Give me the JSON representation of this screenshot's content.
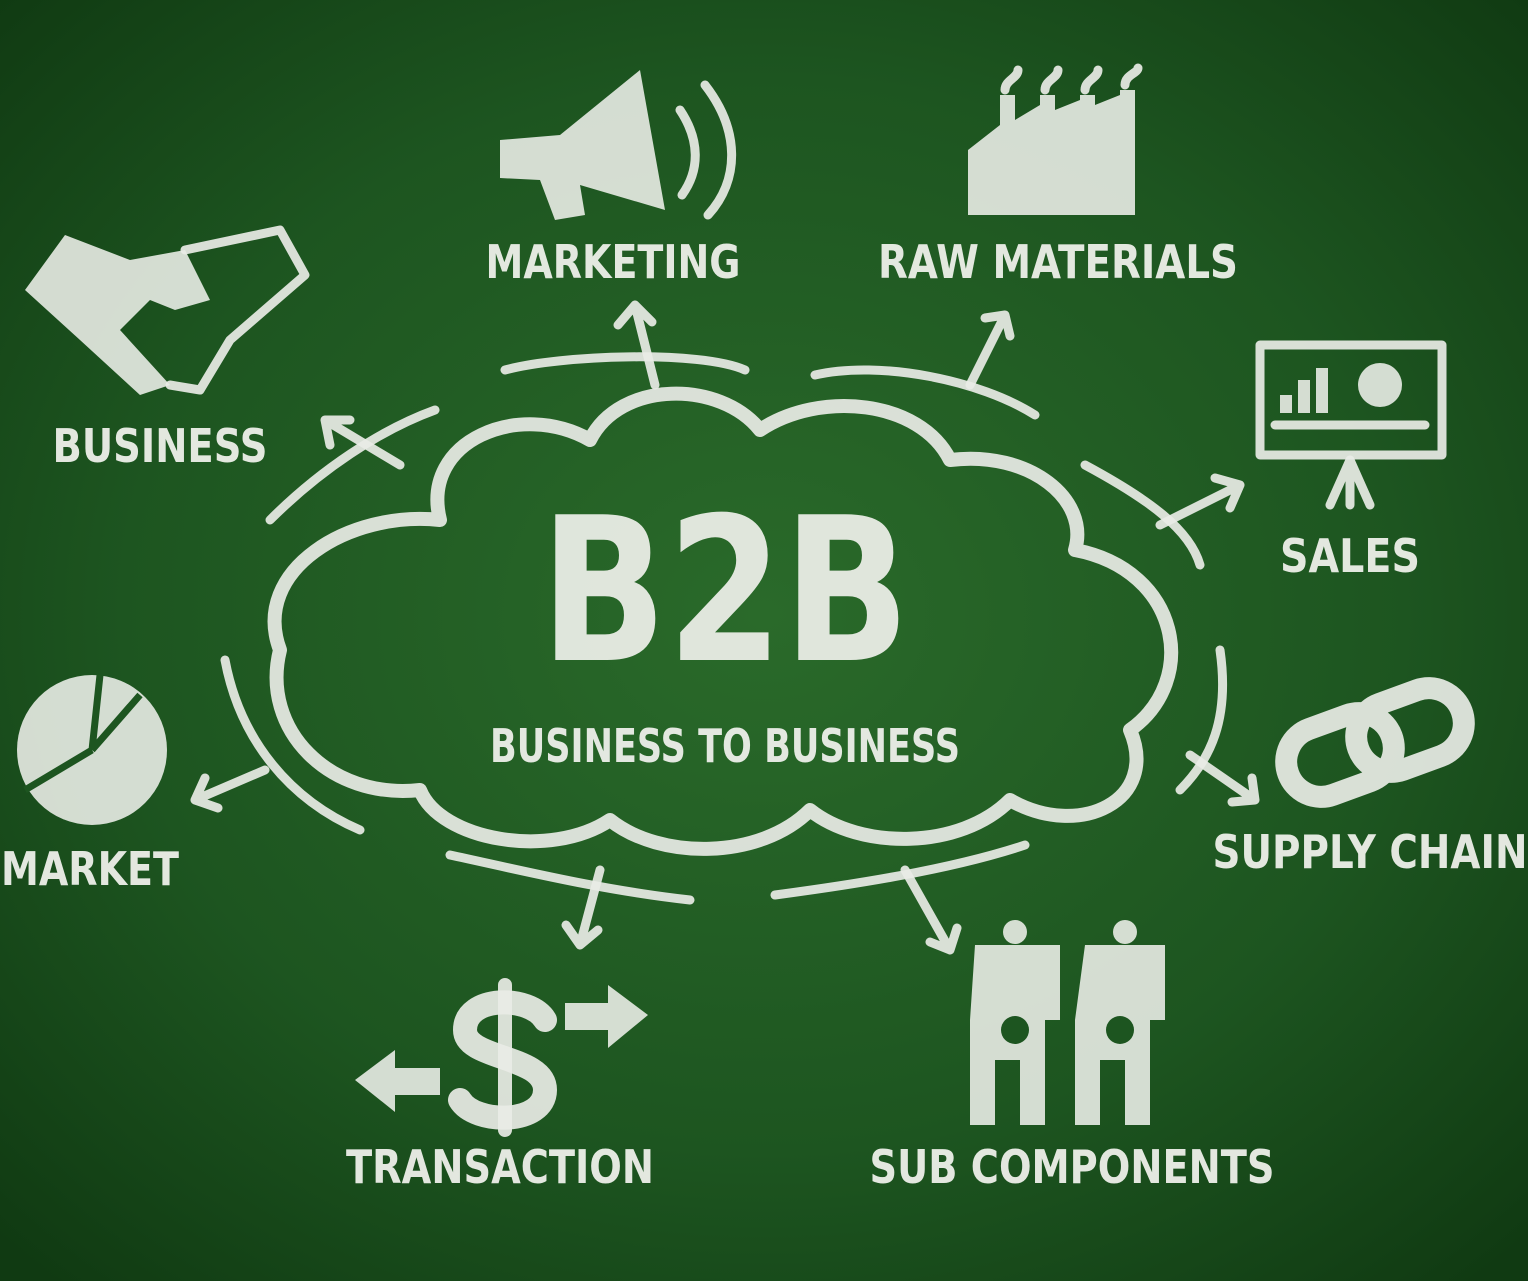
{
  "title": "B2B",
  "subtitle": "BUSINESS TO BUSINESS",
  "nodes": {
    "marketing": "MARKETING",
    "raw_materials": "RAW MATERIALS",
    "business": "BUSINESS",
    "sales": "SALES",
    "market": "MARKET",
    "supply_chain": "SUPPLY CHAIN",
    "transaction": "TRANSACTION",
    "sub_components": "SUB COMPONENTS"
  },
  "colors": {
    "board": "#1f5a22",
    "chalk": "#e9ece6"
  }
}
